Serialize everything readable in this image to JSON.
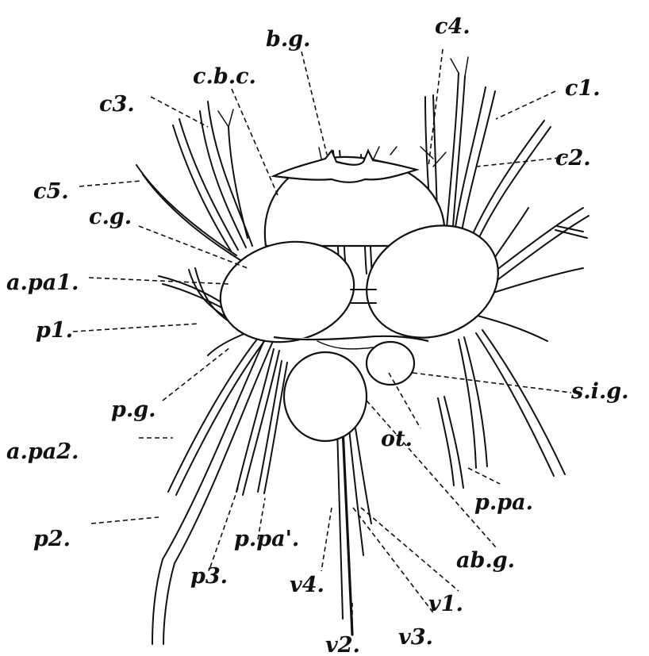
{
  "figure": {
    "labels": {
      "bg": "b.g.",
      "cbc": "c.b.c.",
      "c4": "c4.",
      "c3": "c3.",
      "c1": "c1.",
      "c2": "c2.",
      "c5": "c5.",
      "cg": "c.g.",
      "apa1": "a.pa1.",
      "p1": "p1.",
      "pg": "p.g.",
      "apa2": "a.pa2.",
      "p2": "p2.",
      "p3": "p3.",
      "ppa_prime": "p.pa'.",
      "v4": "v4.",
      "v2": "v2.",
      "v3": "v3.",
      "v1": "v1.",
      "abg": "ab.g.",
      "ppa": "p.pa.",
      "ot": "ot.",
      "sig": "s.i.g."
    }
  }
}
